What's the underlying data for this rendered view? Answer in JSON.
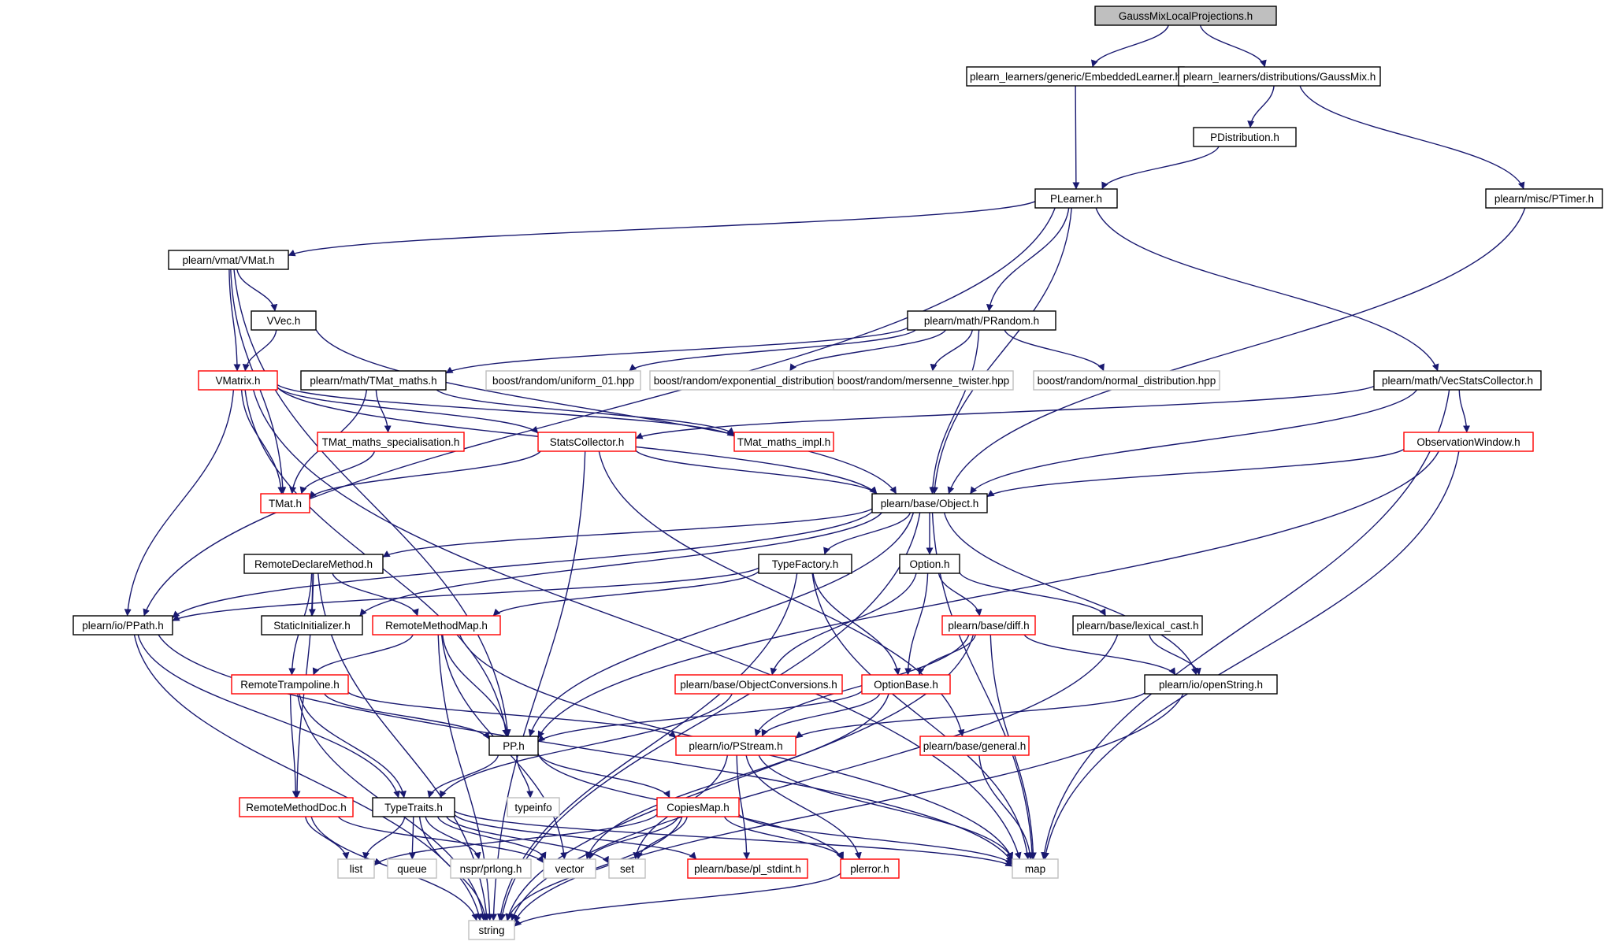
{
  "colors": {
    "edge": "#191970",
    "border_normal": "#000000",
    "border_has_more": "#ff0000",
    "border_external": "#bfbfbf",
    "fill_root": "#bfbfbf",
    "fill_default": "#ffffff"
  },
  "nodes": [
    {
      "id": "n0",
      "label": "GaussMixLocalProjections.h",
      "kind": "root"
    },
    {
      "id": "n1",
      "label": "plearn_learners/generic/EmbeddedLearner.h",
      "kind": "normal"
    },
    {
      "id": "n2",
      "label": "plearn_learners/distributions/GaussMix.h",
      "kind": "normal"
    },
    {
      "id": "n3",
      "label": "PDistribution.h",
      "kind": "normal"
    },
    {
      "id": "n4",
      "label": "PLearner.h",
      "kind": "normal"
    },
    {
      "id": "n5",
      "label": "plearn/misc/PTimer.h",
      "kind": "normal"
    },
    {
      "id": "n6",
      "label": "plearn/vmat/VMat.h",
      "kind": "normal"
    },
    {
      "id": "n7",
      "label": "VVec.h",
      "kind": "normal"
    },
    {
      "id": "n8",
      "label": "plearn/math/PRandom.h",
      "kind": "normal"
    },
    {
      "id": "n9",
      "label": "VMatrix.h",
      "kind": "has_more"
    },
    {
      "id": "n10",
      "label": "plearn/math/TMat_maths.h",
      "kind": "normal"
    },
    {
      "id": "n11",
      "label": "boost/random/uniform_01.hpp",
      "kind": "external"
    },
    {
      "id": "n12",
      "label": "boost/random/exponential_distribution.hpp",
      "kind": "external"
    },
    {
      "id": "n13",
      "label": "boost/random/mersenne_twister.hpp",
      "kind": "external"
    },
    {
      "id": "n14",
      "label": "boost/random/normal_distribution.hpp",
      "kind": "external"
    },
    {
      "id": "n15",
      "label": "plearn/math/VecStatsCollector.h",
      "kind": "normal"
    },
    {
      "id": "n16",
      "label": "TMat_maths_specialisation.h",
      "kind": "has_more"
    },
    {
      "id": "n17",
      "label": "StatsCollector.h",
      "kind": "has_more"
    },
    {
      "id": "n18",
      "label": "TMat_maths_impl.h",
      "kind": "has_more"
    },
    {
      "id": "n19",
      "label": "ObservationWindow.h",
      "kind": "has_more"
    },
    {
      "id": "n20",
      "label": "TMat.h",
      "kind": "has_more"
    },
    {
      "id": "n21",
      "label": "plearn/base/Object.h",
      "kind": "normal"
    },
    {
      "id": "n22",
      "label": "RemoteDeclareMethod.h",
      "kind": "normal"
    },
    {
      "id": "n23",
      "label": "TypeFactory.h",
      "kind": "normal"
    },
    {
      "id": "n24",
      "label": "Option.h",
      "kind": "normal"
    },
    {
      "id": "n25",
      "label": "plearn/io/PPath.h",
      "kind": "normal"
    },
    {
      "id": "n26",
      "label": "StaticInitializer.h",
      "kind": "normal"
    },
    {
      "id": "n27",
      "label": "RemoteMethodMap.h",
      "kind": "has_more"
    },
    {
      "id": "n28",
      "label": "plearn/base/diff.h",
      "kind": "has_more"
    },
    {
      "id": "n29",
      "label": "plearn/base/lexical_cast.h",
      "kind": "normal"
    },
    {
      "id": "n30",
      "label": "RemoteTrampoline.h",
      "kind": "has_more"
    },
    {
      "id": "n31",
      "label": "plearn/base/ObjectConversions.h",
      "kind": "has_more"
    },
    {
      "id": "n32",
      "label": "OptionBase.h",
      "kind": "has_more"
    },
    {
      "id": "n33",
      "label": "plearn/io/openString.h",
      "kind": "normal"
    },
    {
      "id": "n34",
      "label": "PP.h",
      "kind": "normal"
    },
    {
      "id": "n35",
      "label": "plearn/io/PStream.h",
      "kind": "has_more"
    },
    {
      "id": "n36",
      "label": "plearn/base/general.h",
      "kind": "has_more"
    },
    {
      "id": "n37",
      "label": "RemoteMethodDoc.h",
      "kind": "has_more"
    },
    {
      "id": "n38",
      "label": "TypeTraits.h",
      "kind": "normal"
    },
    {
      "id": "n39",
      "label": "typeinfo",
      "kind": "external"
    },
    {
      "id": "n40",
      "label": "CopiesMap.h",
      "kind": "has_more"
    },
    {
      "id": "n41",
      "label": "list",
      "kind": "external"
    },
    {
      "id": "n42",
      "label": "queue",
      "kind": "external"
    },
    {
      "id": "n43",
      "label": "nspr/prlong.h",
      "kind": "external"
    },
    {
      "id": "n44",
      "label": "vector",
      "kind": "external"
    },
    {
      "id": "n45",
      "label": "set",
      "kind": "external"
    },
    {
      "id": "n46",
      "label": "plearn/base/pl_stdint.h",
      "kind": "has_more"
    },
    {
      "id": "n47",
      "label": "plerror.h",
      "kind": "has_more"
    },
    {
      "id": "n48",
      "label": "map",
      "kind": "external"
    },
    {
      "id": "n49",
      "label": "string",
      "kind": "external"
    }
  ],
  "edges": [
    [
      "n0",
      "n1"
    ],
    [
      "n0",
      "n2"
    ],
    [
      "n1",
      "n4"
    ],
    [
      "n2",
      "n3"
    ],
    [
      "n2",
      "n5"
    ],
    [
      "n3",
      "n4"
    ],
    [
      "n4",
      "n6"
    ],
    [
      "n4",
      "n8"
    ],
    [
      "n4",
      "n15"
    ],
    [
      "n4",
      "n21"
    ],
    [
      "n4",
      "n25"
    ],
    [
      "n5",
      "n21"
    ],
    [
      "n6",
      "n7"
    ],
    [
      "n6",
      "n9"
    ],
    [
      "n6",
      "n20"
    ],
    [
      "n6",
      "n34"
    ],
    [
      "n7",
      "n9"
    ],
    [
      "n7",
      "n21"
    ],
    [
      "n8",
      "n10"
    ],
    [
      "n8",
      "n11"
    ],
    [
      "n8",
      "n12"
    ],
    [
      "n8",
      "n13"
    ],
    [
      "n8",
      "n14"
    ],
    [
      "n8",
      "n21"
    ],
    [
      "n9",
      "n17"
    ],
    [
      "n9",
      "n18"
    ],
    [
      "n9",
      "n20"
    ],
    [
      "n9",
      "n21"
    ],
    [
      "n9",
      "n25"
    ],
    [
      "n9",
      "n34"
    ],
    [
      "n9",
      "n48"
    ],
    [
      "n10",
      "n16"
    ],
    [
      "n10",
      "n18"
    ],
    [
      "n10",
      "n20"
    ],
    [
      "n15",
      "n17"
    ],
    [
      "n15",
      "n19"
    ],
    [
      "n15",
      "n21"
    ],
    [
      "n15",
      "n48"
    ],
    [
      "n16",
      "n20"
    ],
    [
      "n17",
      "n20"
    ],
    [
      "n17",
      "n21"
    ],
    [
      "n17",
      "n36"
    ],
    [
      "n17",
      "n49"
    ],
    [
      "n19",
      "n21"
    ],
    [
      "n19",
      "n34"
    ],
    [
      "n19",
      "n48"
    ],
    [
      "n21",
      "n22"
    ],
    [
      "n21",
      "n23"
    ],
    [
      "n21",
      "n24"
    ],
    [
      "n21",
      "n25"
    ],
    [
      "n21",
      "n26"
    ],
    [
      "n21",
      "n33"
    ],
    [
      "n21",
      "n34"
    ],
    [
      "n21",
      "n48"
    ],
    [
      "n21",
      "n49"
    ],
    [
      "n22",
      "n26"
    ],
    [
      "n22",
      "n27"
    ],
    [
      "n22",
      "n30"
    ],
    [
      "n22",
      "n37"
    ],
    [
      "n22",
      "n49"
    ],
    [
      "n23",
      "n25"
    ],
    [
      "n23",
      "n27"
    ],
    [
      "n23",
      "n32"
    ],
    [
      "n23",
      "n48"
    ],
    [
      "n23",
      "n49"
    ],
    [
      "n24",
      "n28"
    ],
    [
      "n24",
      "n29"
    ],
    [
      "n24",
      "n31"
    ],
    [
      "n24",
      "n32"
    ],
    [
      "n25",
      "n38"
    ],
    [
      "n25",
      "n48"
    ],
    [
      "n25",
      "n49"
    ],
    [
      "n27",
      "n30"
    ],
    [
      "n27",
      "n34"
    ],
    [
      "n27",
      "n44"
    ],
    [
      "n27",
      "n48"
    ],
    [
      "n27",
      "n49"
    ],
    [
      "n28",
      "n32"
    ],
    [
      "n28",
      "n33"
    ],
    [
      "n28",
      "n35"
    ],
    [
      "n28",
      "n48"
    ],
    [
      "n28",
      "n49"
    ],
    [
      "n29",
      "n33"
    ],
    [
      "n29",
      "n49"
    ],
    [
      "n30",
      "n34"
    ],
    [
      "n30",
      "n35"
    ],
    [
      "n30",
      "n37"
    ],
    [
      "n30",
      "n38"
    ],
    [
      "n30",
      "n49"
    ],
    [
      "n31",
      "n38"
    ],
    [
      "n32",
      "n34"
    ],
    [
      "n32",
      "n35"
    ],
    [
      "n32",
      "n44"
    ],
    [
      "n33",
      "n35"
    ],
    [
      "n33",
      "n49"
    ],
    [
      "n34",
      "n38"
    ],
    [
      "n34",
      "n39"
    ],
    [
      "n34",
      "n40"
    ],
    [
      "n34",
      "n47"
    ],
    [
      "n35",
      "n45"
    ],
    [
      "n35",
      "n46"
    ],
    [
      "n35",
      "n47"
    ],
    [
      "n35",
      "n48"
    ],
    [
      "n36",
      "n48"
    ],
    [
      "n37",
      "n41"
    ],
    [
      "n37",
      "n44"
    ],
    [
      "n37",
      "n49"
    ],
    [
      "n38",
      "n41"
    ],
    [
      "n38",
      "n42"
    ],
    [
      "n38",
      "n43"
    ],
    [
      "n38",
      "n44"
    ],
    [
      "n38",
      "n45"
    ],
    [
      "n38",
      "n46"
    ],
    [
      "n38",
      "n48"
    ],
    [
      "n38",
      "n49"
    ],
    [
      "n40",
      "n41"
    ],
    [
      "n40",
      "n44"
    ],
    [
      "n40",
      "n45"
    ],
    [
      "n40",
      "n47"
    ],
    [
      "n40",
      "n48"
    ],
    [
      "n40",
      "n49"
    ],
    [
      "n47",
      "n49"
    ]
  ]
}
